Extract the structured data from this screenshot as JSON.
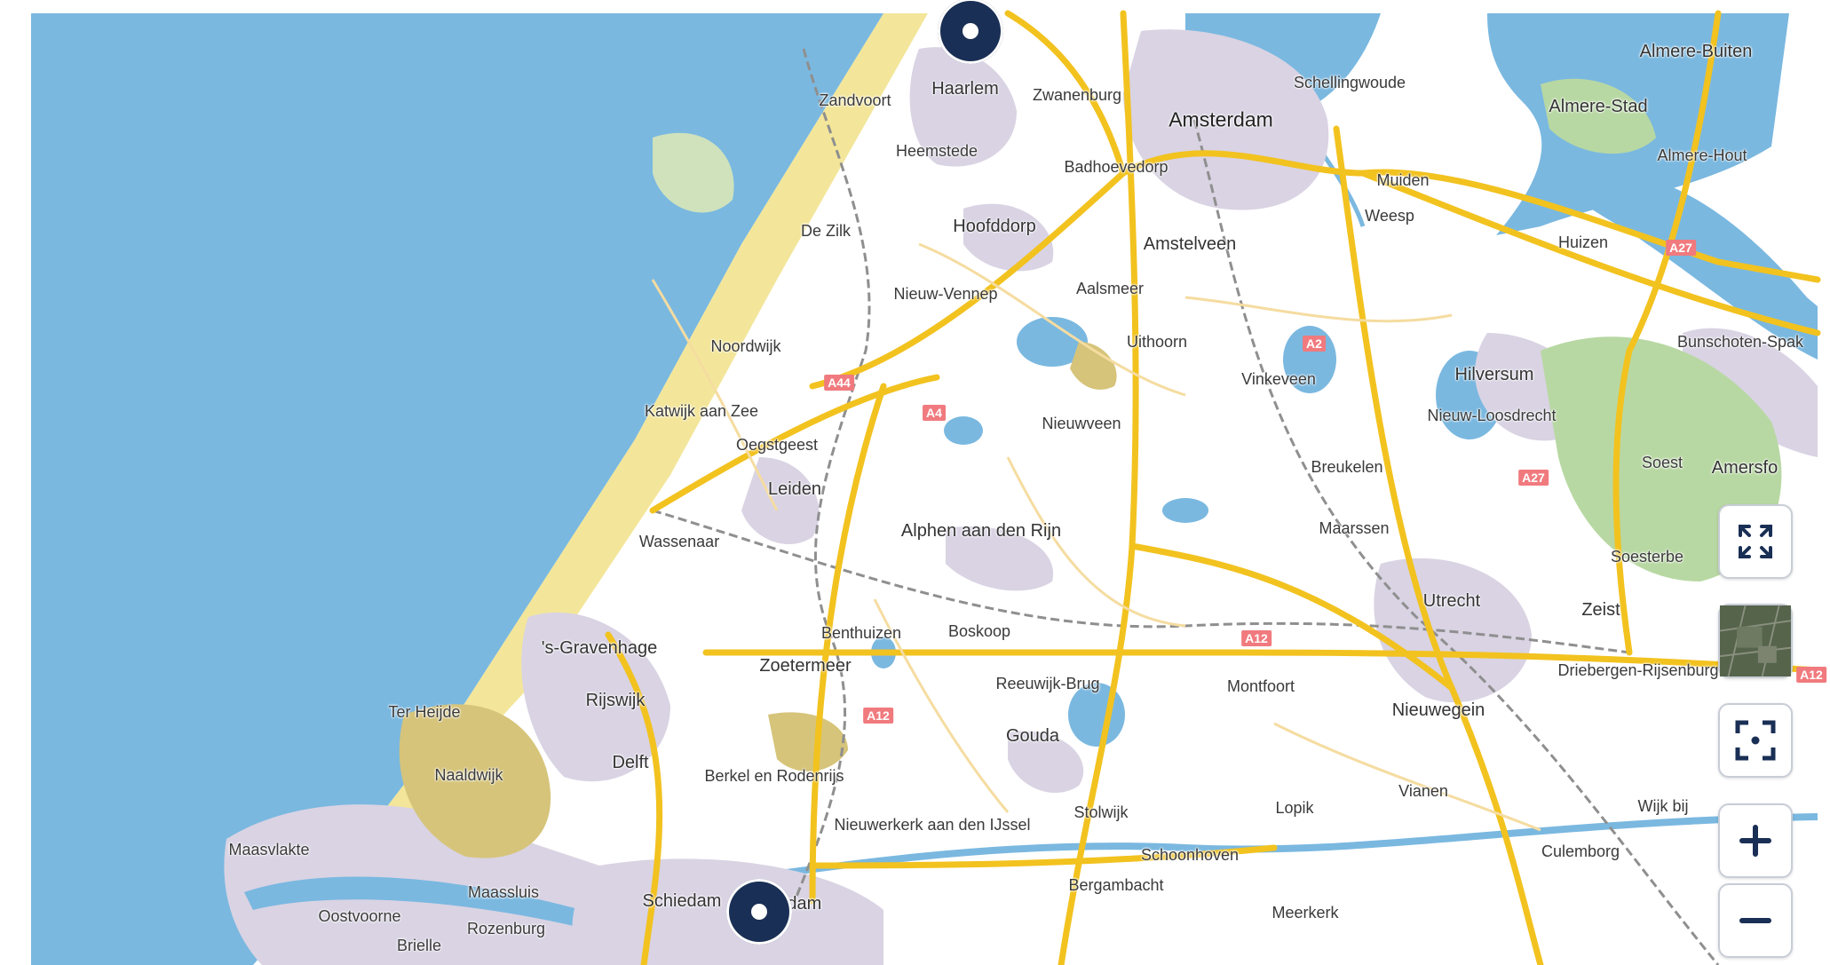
{
  "map": {
    "places": [
      {
        "name": "Almere-Buiten",
        "kind": "town"
      },
      {
        "name": "Schellingwoude",
        "kind": "village"
      },
      {
        "name": "Zwanenburg",
        "kind": "village"
      },
      {
        "name": "Haarlem",
        "kind": "town"
      },
      {
        "name": "Zandvoort",
        "kind": "village"
      },
      {
        "name": "Almere-Stad",
        "kind": "town"
      },
      {
        "name": "Amsterdam",
        "kind": "city"
      },
      {
        "name": "Almere-Hout",
        "kind": "village"
      },
      {
        "name": "Heemstede",
        "kind": "village"
      },
      {
        "name": "Badhoevedorp",
        "kind": "village"
      },
      {
        "name": "Muiden",
        "kind": "village"
      },
      {
        "name": "Weesp",
        "kind": "village"
      },
      {
        "name": "Hoofddorp",
        "kind": "town"
      },
      {
        "name": "De Zilk",
        "kind": "village"
      },
      {
        "name": "Huizen",
        "kind": "village"
      },
      {
        "name": "Amstelveen",
        "kind": "town"
      },
      {
        "name": "Aalsmeer",
        "kind": "village"
      },
      {
        "name": "Nieuw-Vennep",
        "kind": "village"
      },
      {
        "name": "Uithoorn",
        "kind": "village"
      },
      {
        "name": "Bunschoten-Spak",
        "kind": "village"
      },
      {
        "name": "Noordwijk",
        "kind": "village"
      },
      {
        "name": "Hilversum",
        "kind": "town"
      },
      {
        "name": "Vinkeveen",
        "kind": "village"
      },
      {
        "name": "Katwijk aan Zee",
        "kind": "village"
      },
      {
        "name": "Nieuw-Loosdrecht",
        "kind": "village"
      },
      {
        "name": "Nieuwveen",
        "kind": "village"
      },
      {
        "name": "Oegstgeest",
        "kind": "village"
      },
      {
        "name": "Soest",
        "kind": "village"
      },
      {
        "name": "Amersfo",
        "kind": "town"
      },
      {
        "name": "Breukelen",
        "kind": "village"
      },
      {
        "name": "Leiden",
        "kind": "town"
      },
      {
        "name": "Alphen aan den Rijn",
        "kind": "town"
      },
      {
        "name": "Maarssen",
        "kind": "village"
      },
      {
        "name": "Wassenaar",
        "kind": "village"
      },
      {
        "name": "Soesterbe",
        "kind": "village"
      },
      {
        "name": "Utrecht",
        "kind": "town"
      },
      {
        "name": "Zeist",
        "kind": "town"
      },
      {
        "name": "Benthuizen",
        "kind": "village"
      },
      {
        "name": "Boskoop",
        "kind": "village"
      },
      {
        "name": "'s-Gravenhage",
        "kind": "town"
      },
      {
        "name": "Zoetermeer",
        "kind": "town"
      },
      {
        "name": "Driebergen-Rijsenburg",
        "kind": "village"
      },
      {
        "name": "Reeuwijk-Brug",
        "kind": "village"
      },
      {
        "name": "Montfoort",
        "kind": "village"
      },
      {
        "name": "Rijswijk",
        "kind": "town"
      },
      {
        "name": "Nieuwegein",
        "kind": "town"
      },
      {
        "name": "Ter Heijde",
        "kind": "village"
      },
      {
        "name": "Gouda",
        "kind": "town"
      },
      {
        "name": "Delft",
        "kind": "town"
      },
      {
        "name": "Naaldwijk",
        "kind": "village"
      },
      {
        "name": "Berkel en Rodenrijs",
        "kind": "village"
      },
      {
        "name": "Vianen",
        "kind": "village"
      },
      {
        "name": "Wijk bij",
        "kind": "village"
      },
      {
        "name": "Stolwijk",
        "kind": "village"
      },
      {
        "name": "Lopik",
        "kind": "village"
      },
      {
        "name": "Nieuwerkerk aan den IJssel",
        "kind": "village"
      },
      {
        "name": "Maasvlakte",
        "kind": "village"
      },
      {
        "name": "Culemborg",
        "kind": "village"
      },
      {
        "name": "Schoonhoven",
        "kind": "village"
      },
      {
        "name": "Bergambacht",
        "kind": "village"
      },
      {
        "name": "Maassluis",
        "kind": "village"
      },
      {
        "name": "Schiedam",
        "kind": "town"
      },
      {
        "name": "erdam",
        "kind": "town"
      },
      {
        "name": "Oostvoorne",
        "kind": "village"
      },
      {
        "name": "Meerkerk",
        "kind": "village"
      },
      {
        "name": "Rozenburg",
        "kind": "village"
      },
      {
        "name": "Brielle",
        "kind": "village"
      }
    ],
    "road_shields": [
      "A27",
      "A2",
      "A44",
      "A4",
      "A27",
      "A12",
      "A12",
      "A12"
    ],
    "markers": [
      {
        "name": "marker-haarlem"
      },
      {
        "name": "marker-rotterdam"
      }
    ]
  },
  "controls": [
    {
      "name": "fullscreen-button",
      "icon": "expand-arrows-icon"
    },
    {
      "name": "satellite-layer-button",
      "icon": "satellite-thumbnail-icon"
    },
    {
      "name": "locate-me-button",
      "icon": "crosshair-focus-icon"
    },
    {
      "name": "zoom-in-button",
      "icon": "plus-icon"
    },
    {
      "name": "zoom-out-button",
      "icon": "minus-icon"
    }
  ],
  "colors": {
    "sea": "#7ab8e0",
    "beach": "#f3e69a",
    "motorway": "#f2c21f",
    "urban": "#d9d3e3",
    "greenhouse": "#d6c47a",
    "forest": "#b8d8a3",
    "water": "#7ab8e0",
    "marker": "#1a2f55",
    "shield": "#f07a7e"
  }
}
